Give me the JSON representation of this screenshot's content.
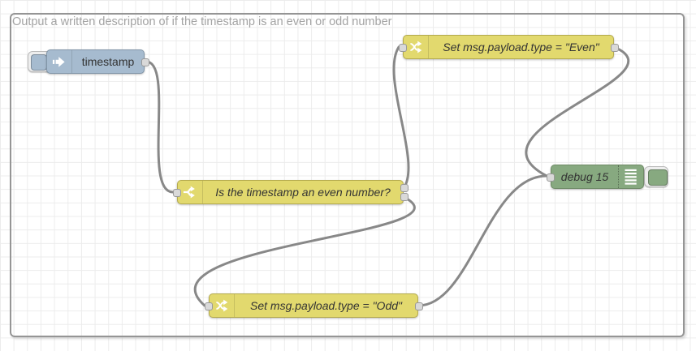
{
  "canvas": {
    "comment": "Output a written description of if the timestamp is an even or odd number"
  },
  "palette": {
    "inject_fill": "#a6bbcf",
    "inject_border": "#8195a8",
    "function_fill": "#e2d96e",
    "function_border": "#b4aa4e",
    "debug_fill": "#87a980",
    "debug_border": "#6e8a66",
    "wire": "#888888",
    "comment_text": "#a3a3a3",
    "grid_line": "#ececec",
    "workspace_border": "#959595"
  },
  "nodes": {
    "inject": {
      "type": "inject",
      "label": "timestamp",
      "icon": "arrow-in-icon",
      "outputs": 1
    },
    "switch": {
      "type": "switch",
      "label": "Is the timestamp an even number?",
      "icon": "fork-icon",
      "outputs": 2
    },
    "change_even": {
      "type": "change",
      "label": "Set msg.payload.type = \"Even\"",
      "icon": "shuffle-icon",
      "outputs": 1
    },
    "change_odd": {
      "type": "change",
      "label": "Set msg.payload.type = \"Odd\"",
      "icon": "shuffle-icon",
      "outputs": 1
    },
    "debug": {
      "type": "debug",
      "label": "debug 15",
      "icon": "list-icon",
      "outputs": 0
    }
  },
  "wires": [
    {
      "from": "timestamp",
      "to": "Is the timestamp an even number?"
    },
    {
      "from": "Is the timestamp an even number? output 1",
      "to": "Set msg.payload.type = \"Even\""
    },
    {
      "from": "Is the timestamp an even number? output 2",
      "to": "Set msg.payload.type = \"Odd\""
    },
    {
      "from": "Set msg.payload.type = \"Even\"",
      "to": "debug 15"
    },
    {
      "from": "Set msg.payload.type = \"Odd\"",
      "to": "debug 15"
    }
  ]
}
